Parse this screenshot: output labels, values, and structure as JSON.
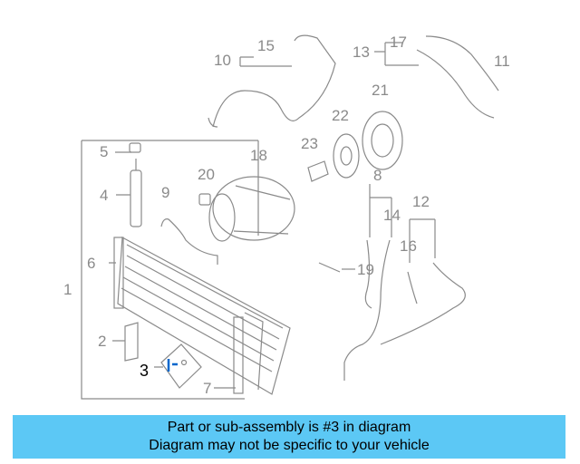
{
  "diagram": {
    "labels": [
      "1",
      "2",
      "3",
      "4",
      "5",
      "6",
      "7",
      "8",
      "9",
      "10",
      "11",
      "12",
      "13",
      "14",
      "15",
      "16",
      "17",
      "18",
      "19",
      "20",
      "21",
      "22",
      "23"
    ],
    "highlighted": "3"
  },
  "banner": {
    "line1": "Part or sub-assembly is #3 in diagram",
    "line2": "Diagram may not be specific to your vehicle"
  },
  "colors": {
    "banner_bg": "#5cc8f5",
    "line": "#8a8a8a",
    "highlight": "#0066cc"
  }
}
